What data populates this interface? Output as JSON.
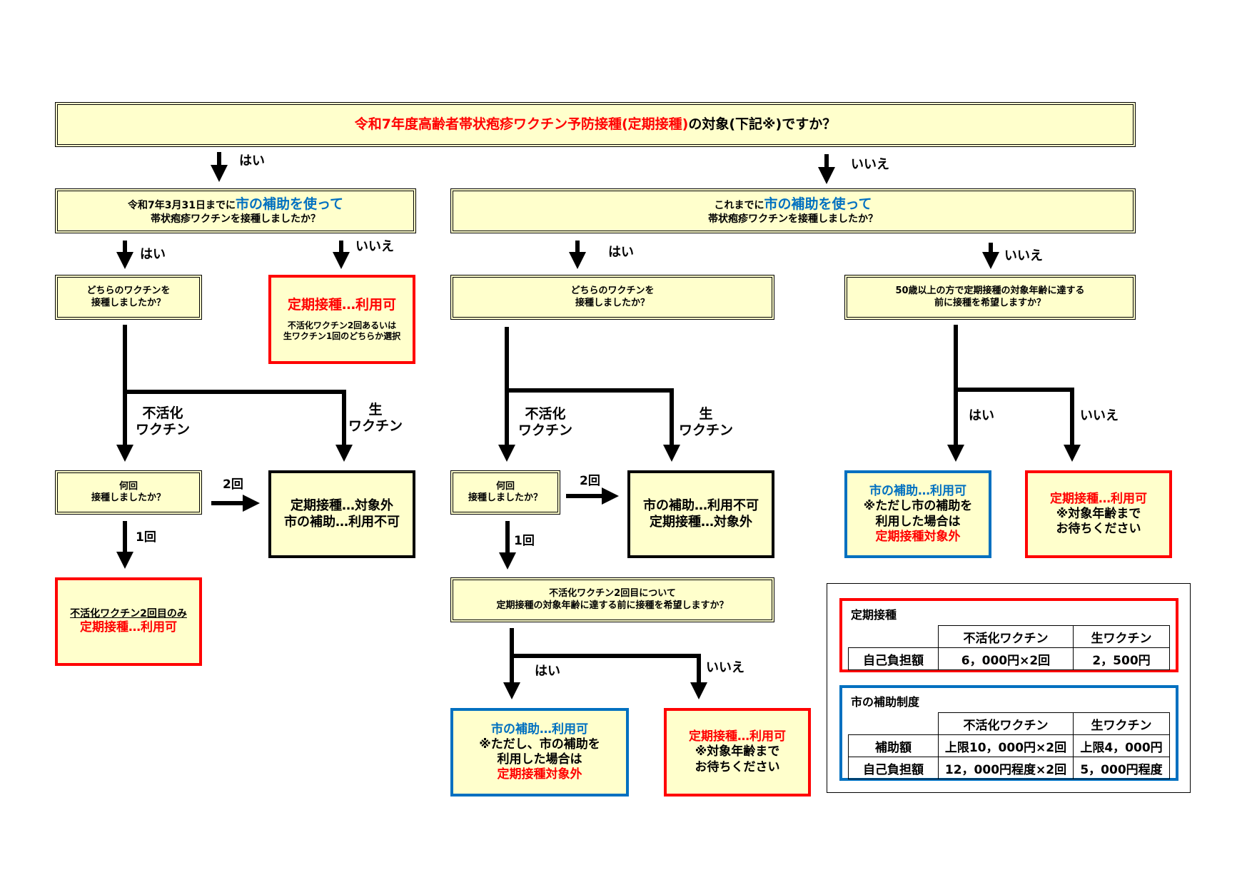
{
  "title": {
    "part1_red": "令和7年度高齢者帯状疱疹ワクチン予防接種(定期接種)",
    "part2": "の対象(下記※)ですか？"
  },
  "branch_labels": {
    "yes": "はい",
    "no": "いいえ",
    "inactivated": [
      "不活化",
      "ワクチン"
    ],
    "live": [
      "生",
      "ワクチン"
    ],
    "twice": "2回",
    "once": "1回"
  },
  "left": {
    "question": {
      "line1_pre": "令和7年3月31日までに",
      "line1_blue": "市の補助を使って",
      "line2": "帯状疱疹ワクチンを接種しましたか？"
    },
    "which_vaccine": [
      "どちらのワクチンを",
      "接種しましたか？"
    ],
    "result_no": {
      "title": "定期接種…利用可",
      "note": [
        "不活化ワクチン2回あるいは",
        "生ワクチン1回のどちらか選択"
      ]
    },
    "how_many": [
      "何回",
      "接種しましたか？"
    ],
    "result_twice_or_live": [
      "定期接種…対象外",
      "市の補助…利用不可"
    ],
    "result_once": {
      "line1": "不活化ワクチン2回目のみ",
      "line2": "定期接種…利用可"
    }
  },
  "right": {
    "question": {
      "line1_pre": "これまでに",
      "line1_blue": "市の補助を使って",
      "line2": "帯状疱疹ワクチンを接種しましたか？"
    },
    "which_vaccine": [
      "どちらのワクチンを",
      "接種しましたか？"
    ],
    "how_many": [
      "何回",
      "接種しましたか？"
    ],
    "result_twice_or_live": [
      "市の補助…利用不可",
      "定期接種…対象外"
    ],
    "second_dose_question": [
      "不活化ワクチン2回目について",
      "定期接種の対象年齢に達する前に接種を希望しますか？"
    ],
    "second_yes": {
      "title": "市の補助…利用可",
      "line2": "※ただし、市の補助を",
      "line3": "利用した場合は",
      "line4": "定期接種対象外"
    },
    "second_no": {
      "title": "定期接種…利用可",
      "line2": "※対象年齢まで",
      "line3": "お待ちください"
    },
    "age_question": [
      "50歳以上の方で定期接種の対象年齢に達する",
      "前に接種を希望しますか？"
    ],
    "age_yes": {
      "title": "市の補助…利用可",
      "line2": "※ただし市の補助を",
      "line3": "利用した場合は",
      "line4": "定期接種対象外"
    },
    "age_no": {
      "title": "定期接種…利用可",
      "line2": "※対象年齢まで",
      "line3": "お待ちください"
    }
  },
  "legend": {
    "routine": {
      "title": "定期接種",
      "columns": [
        "不活化ワクチン",
        "生ワクチン"
      ],
      "rows": [
        {
          "label": "自己負担額",
          "values": [
            "6，000円×2回",
            "2，500円"
          ]
        }
      ]
    },
    "subsidy": {
      "title": "市の補助制度",
      "columns": [
        "不活化ワクチン",
        "生ワクチン"
      ],
      "rows": [
        {
          "label": "補助額",
          "values": [
            "上限10，000円×2回",
            "上限4，000円"
          ]
        },
        {
          "label": "自己負担額",
          "values": [
            "12，000円程度×2回",
            "5，000円程度"
          ]
        }
      ]
    }
  },
  "colors": {
    "box_fill": "#ffffcc",
    "red": "#ff0000",
    "blue": "#0070c0"
  }
}
